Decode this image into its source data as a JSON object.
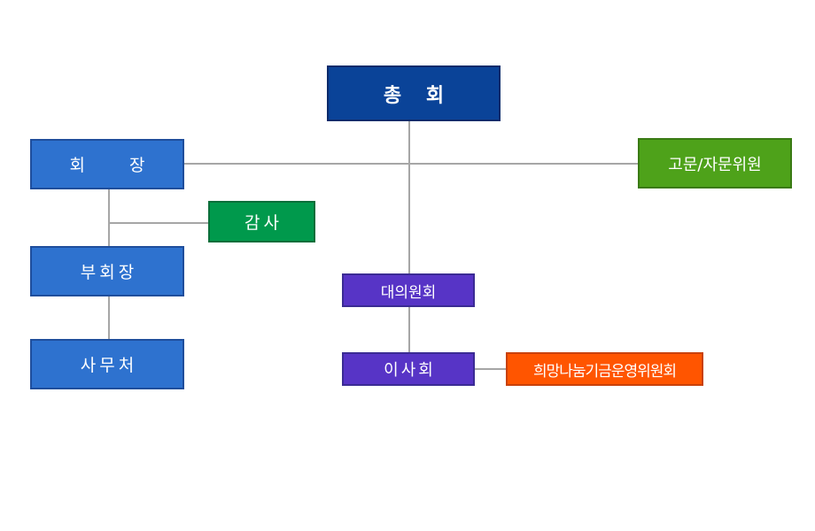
{
  "diagram": {
    "nodes": {
      "general_assembly": {
        "label": "총 회",
        "color": "#0a4398"
      },
      "president": {
        "label": "회 장",
        "color": "#2e72cf"
      },
      "auditor": {
        "label": "감사",
        "color": "#00994c"
      },
      "vice_president": {
        "label": "부회장",
        "color": "#2e72cf"
      },
      "secretariat": {
        "label": "사무처",
        "color": "#2e72cf"
      },
      "advisory_committee": {
        "label": "고문/자문위원",
        "color": "#4ea21a"
      },
      "delegates_committee": {
        "label": "대의원회",
        "color": "#5734c6"
      },
      "board_of_directors": {
        "label": "이사회",
        "color": "#5734c6"
      },
      "hope_sharing_fund_committee": {
        "label": "희망나눔기금운영위원회",
        "color": "#ff5500"
      }
    },
    "connector_color": "#a6a6a6",
    "edges": [
      [
        "general_assembly",
        "president"
      ],
      [
        "general_assembly",
        "advisory_committee"
      ],
      [
        "general_assembly",
        "delegates_committee"
      ],
      [
        "president",
        "auditor"
      ],
      [
        "president",
        "vice_president"
      ],
      [
        "vice_president",
        "secretariat"
      ],
      [
        "delegates_committee",
        "board_of_directors"
      ],
      [
        "board_of_directors",
        "hope_sharing_fund_committee"
      ]
    ]
  }
}
